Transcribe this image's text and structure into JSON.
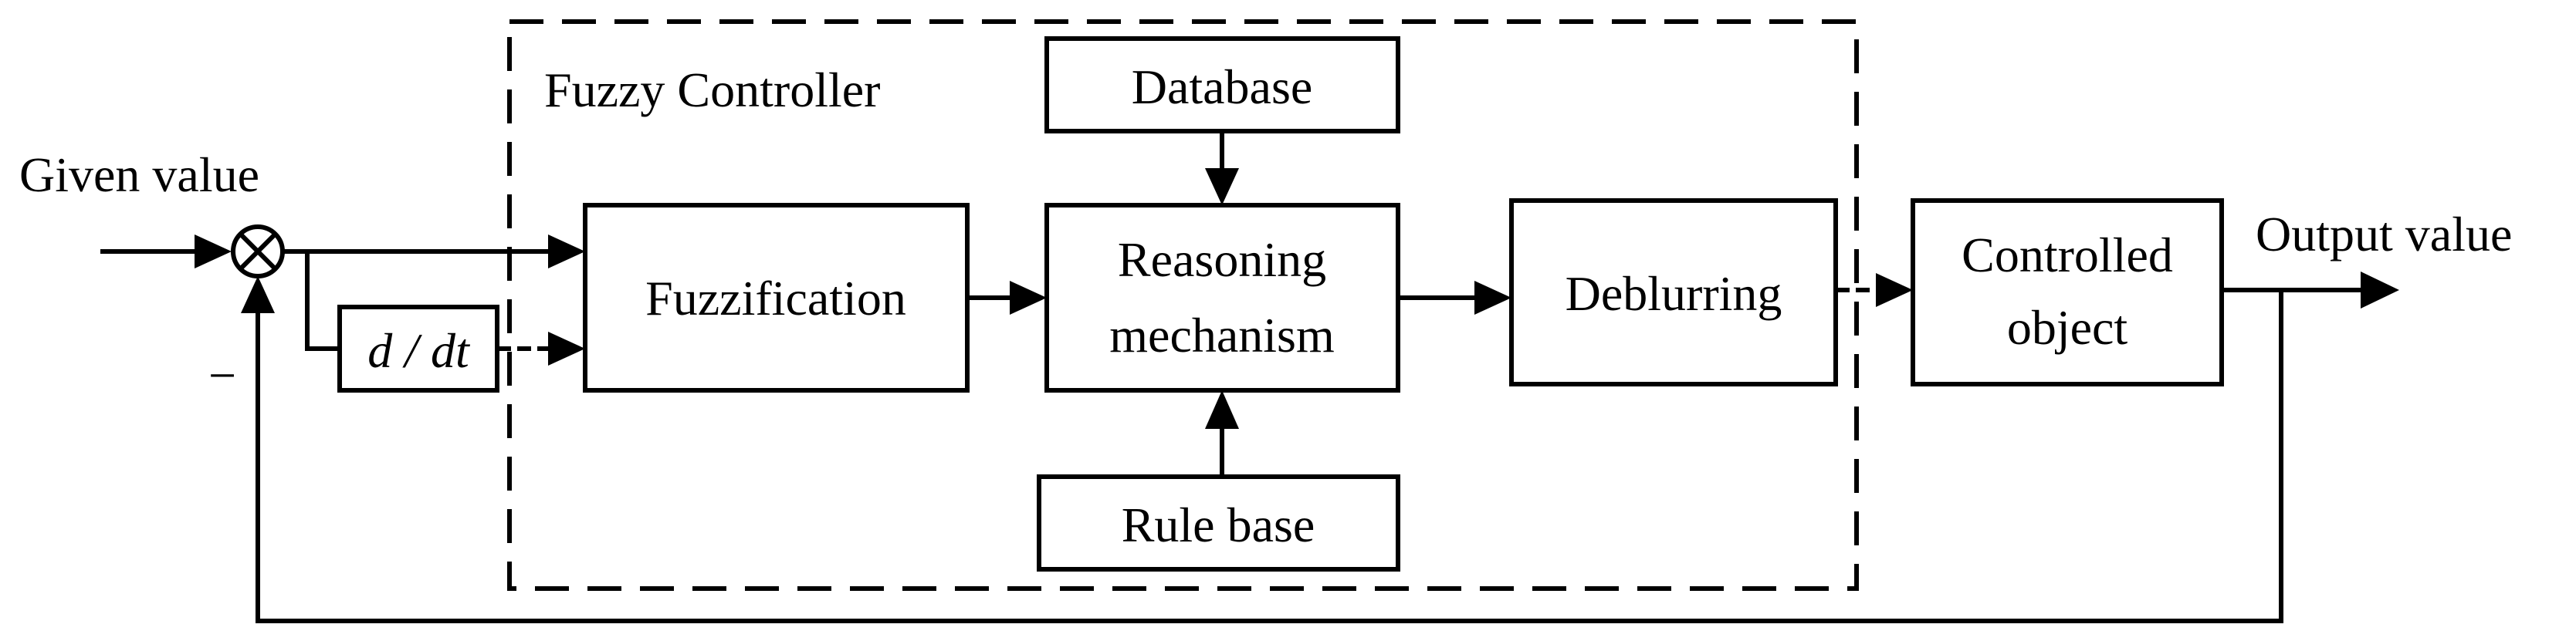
{
  "diagram": {
    "container_label": "Fuzzy Controller",
    "input_label": "Given value",
    "output_label": "Output value",
    "feedback_sign": "−",
    "blocks": {
      "database": "Database",
      "fuzzification": "Fuzzification",
      "reasoning_line1": "Reasoning",
      "reasoning_line2": "mechanism",
      "deblurring": "Deblurring",
      "controlled_line1": "Controlled",
      "controlled_line2": "object",
      "rule_base": "Rule base",
      "derivative": "d / dt"
    }
  }
}
